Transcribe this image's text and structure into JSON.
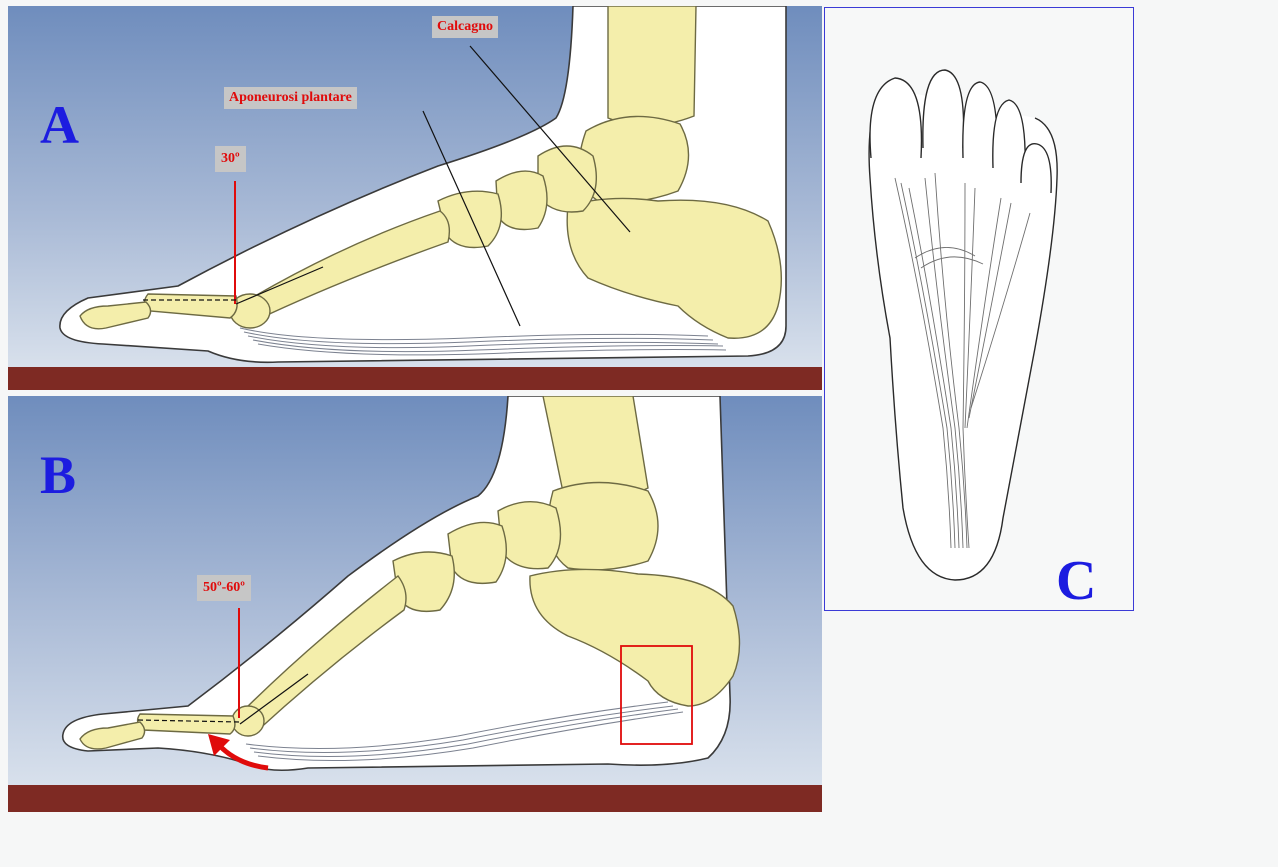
{
  "panels": {
    "a": {
      "letter": "A"
    },
    "b": {
      "letter": "B"
    },
    "c": {
      "letter": "C"
    }
  },
  "labels": {
    "calcaneus": "Calcagno",
    "plantar_fascia": "Aponeurosi plantare",
    "angle_a": "30º",
    "angle_b": "50º-60º"
  },
  "colors": {
    "sky": "#7a94bf",
    "bone": "#f4eeab",
    "bone_outline": "#6d6a43",
    "floor": "#7e2a23",
    "annotation_red": "#e00b0b",
    "letter_blue": "#1c1ce0",
    "label_bg": "#c6c6c6"
  },
  "icons": {
    "toe_flexion_arrow": "curved-red-arrow",
    "heel_highlight": "red-rectangle"
  }
}
